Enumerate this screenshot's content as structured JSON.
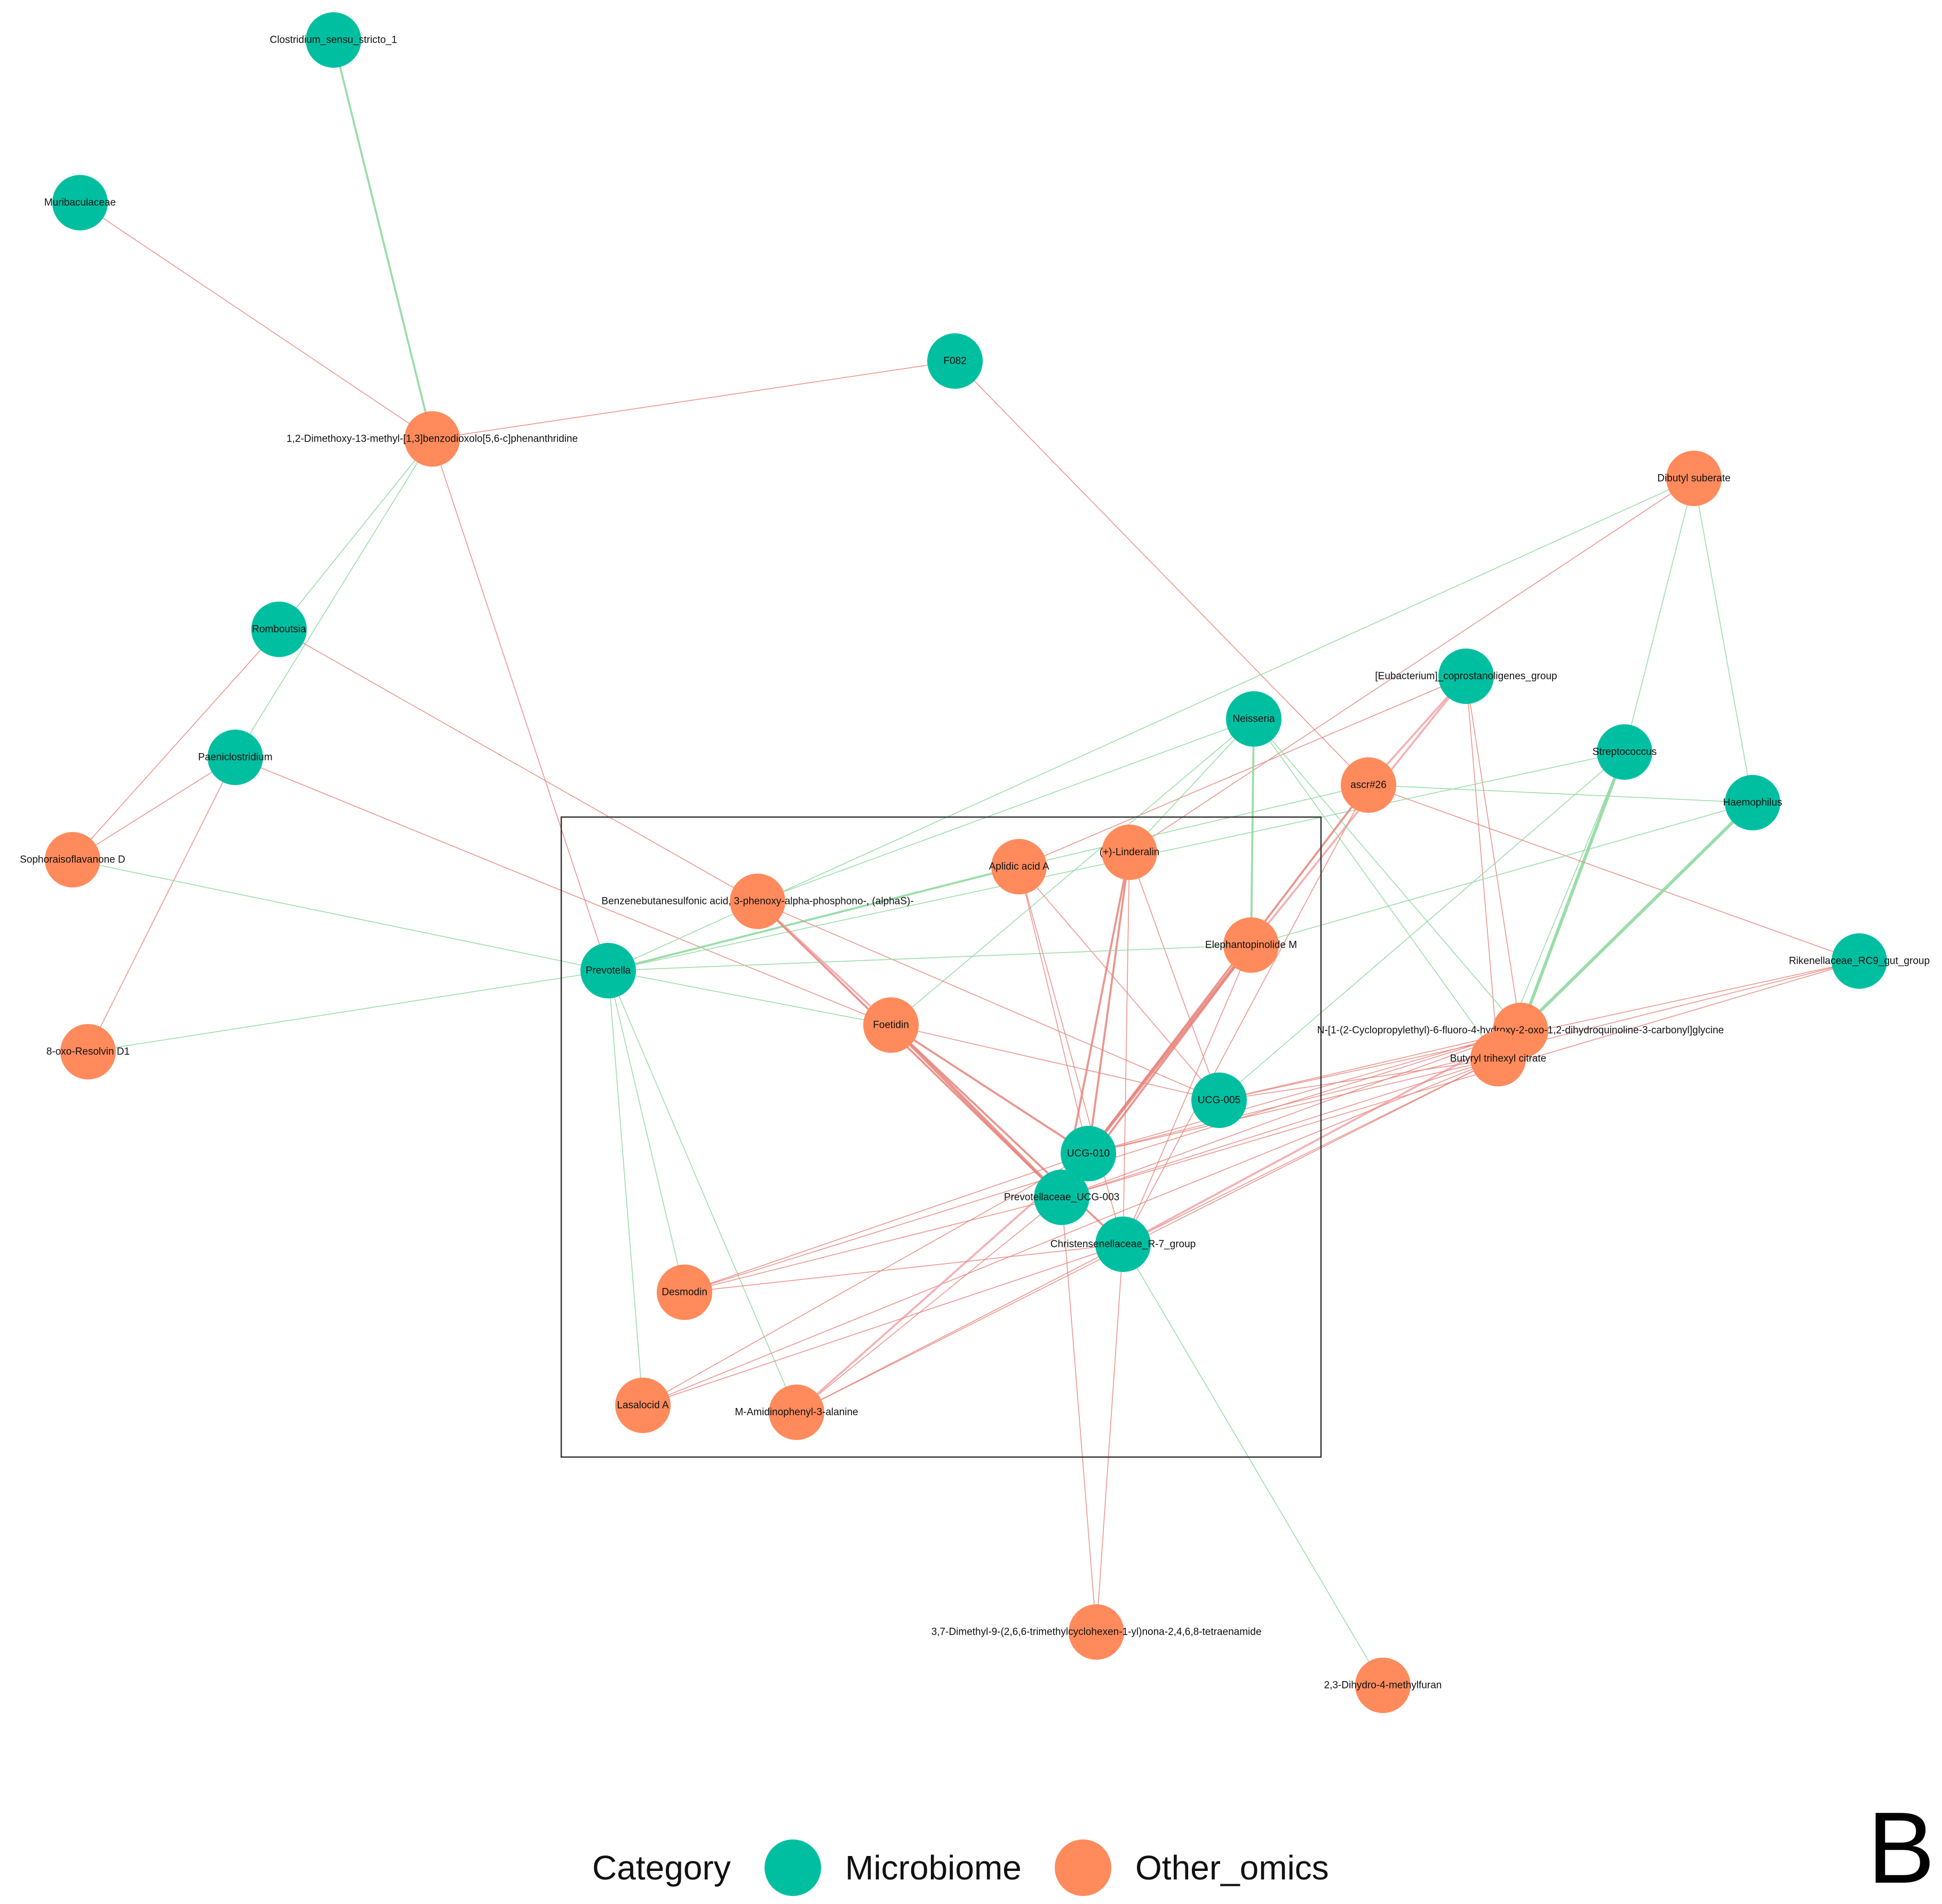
{
  "panel_label": "B",
  "legend": {
    "title": "Category",
    "items": [
      {
        "category": "Microbiome",
        "label": "Microbiome",
        "color": "#00BFA0"
      },
      {
        "category": "Other_omics",
        "label": "Other_omics",
        "color": "#FF8A5C"
      }
    ]
  },
  "colors": {
    "positive_edge": "#8FD9A0",
    "negative_edge": "#E8827A",
    "strong_negative_edge": "#F2A5A8",
    "frame": "#333333"
  },
  "nodes": [
    {
      "id": "clostridium",
      "label": "Clostridium_sensu_stricto_1",
      "category": "Microbiome"
    },
    {
      "id": "muribaculaceae",
      "label": "Muribaculaceae",
      "category": "Microbiome"
    },
    {
      "id": "f082",
      "label": "F082",
      "category": "Microbiome"
    },
    {
      "id": "dimethoxy",
      "label": "1,2-Dimethoxy-13-methyl-[1,3]benzodioxolo[5,6-c]phenanthridine",
      "category": "Other_omics"
    },
    {
      "id": "dibutyl",
      "label": "Dibutyl suberate",
      "category": "Other_omics"
    },
    {
      "id": "romboutsia",
      "label": "Romboutsia",
      "category": "Microbiome"
    },
    {
      "id": "eubacterium",
      "label": "[Eubacterium]_coprostanoligenes_group",
      "category": "Microbiome"
    },
    {
      "id": "neisseria",
      "label": "Neisseria",
      "category": "Microbiome"
    },
    {
      "id": "streptococcus",
      "label": "Streptococcus",
      "category": "Microbiome"
    },
    {
      "id": "paeniclostridium",
      "label": "Paeniclostridium",
      "category": "Microbiome"
    },
    {
      "id": "ascr26",
      "label": "ascr#26",
      "category": "Other_omics"
    },
    {
      "id": "haemophilus",
      "label": "Haemophilus",
      "category": "Microbiome"
    },
    {
      "id": "sophoraisoflavanone",
      "label": "Sophoraisoflavanone D",
      "category": "Other_omics"
    },
    {
      "id": "aplidic",
      "label": "Aplidic acid A",
      "category": "Other_omics"
    },
    {
      "id": "linderalin",
      "label": "(+)-Linderalin",
      "category": "Other_omics"
    },
    {
      "id": "benzenebutanesulfonic",
      "label": "Benzenebutanesulfonic acid, 3-phenoxy-alpha-phosphono-, (alphaS)-",
      "category": "Other_omics"
    },
    {
      "id": "elephantopinolide",
      "label": "Elephantopinolide M",
      "category": "Other_omics"
    },
    {
      "id": "prevotella",
      "label": "Prevotella",
      "category": "Microbiome"
    },
    {
      "id": "rikenellaceae",
      "label": "Rikenellaceae_RC9_gut_group",
      "category": "Microbiome"
    },
    {
      "id": "oxoresolvin",
      "label": "8-oxo-Resolvin D1",
      "category": "Other_omics"
    },
    {
      "id": "foetidin",
      "label": "Foetidin",
      "category": "Other_omics"
    },
    {
      "id": "cyclopropylethyl",
      "label": "N-[1-(2-Cyclopropylethyl)-6-fluoro-4-hydroxy-2-oxo-1,2-dihydroquinoline-3-carbonyl]glycine",
      "category": "Other_omics"
    },
    {
      "id": "butyryl",
      "label": "Butyryl trihexyl citrate",
      "category": "Other_omics"
    },
    {
      "id": "ucg005",
      "label": "UCG-005",
      "category": "Microbiome"
    },
    {
      "id": "ucg010",
      "label": "UCG-010",
      "category": "Microbiome"
    },
    {
      "id": "prevotellaceae",
      "label": "Prevotellaceae_UCG-003",
      "category": "Microbiome"
    },
    {
      "id": "christensenellaceae",
      "label": "Christensenellaceae_R-7_group",
      "category": "Microbiome"
    },
    {
      "id": "desmodin",
      "label": "Desmodin",
      "category": "Other_omics"
    },
    {
      "id": "lasalocid",
      "label": "Lasalocid A",
      "category": "Other_omics"
    },
    {
      "id": "amidinophenyl",
      "label": "M-Amidinophenyl-3-alanine",
      "category": "Other_omics"
    },
    {
      "id": "trimethylcyclohexen",
      "label": "3,7-Dimethyl-9-(2,6,6-trimethylcyclohexen-1-yl)nona-2,4,6,8-tetraenamide",
      "category": "Other_omics"
    },
    {
      "id": "dihydromethylfuran",
      "label": "2,3-Dihydro-4-methylfuran",
      "category": "Other_omics"
    }
  ],
  "edges": [
    {
      "source": "clostridium",
      "target": "dimethoxy",
      "sign": "positive",
      "strength": 2
    },
    {
      "source": "muribaculaceae",
      "target": "dimethoxy",
      "sign": "negative",
      "strength": 1
    },
    {
      "source": "f082",
      "target": "dimethoxy",
      "sign": "negative",
      "strength": 1
    },
    {
      "source": "f082",
      "target": "ascr26",
      "sign": "negative",
      "strength": 1
    },
    {
      "source": "dimethoxy",
      "target": "romboutsia",
      "sign": "positive",
      "strength": 1
    },
    {
      "source": "dimethoxy",
      "target": "paeniclostridium",
      "sign": "positive",
      "strength": 1
    },
    {
      "source": "dimethoxy",
      "target": "prevotella",
      "sign": "negative",
      "strength": 1
    },
    {
      "source": "romboutsia",
      "target": "sophoraisoflavanone",
      "sign": "negative",
      "strength": 1
    },
    {
      "source": "romboutsia",
      "target": "benzenebutanesulfonic",
      "sign": "negative",
      "strength": 1
    },
    {
      "source": "paeniclostridium",
      "target": "sophoraisoflavanone",
      "sign": "negative",
      "strength": 1
    },
    {
      "source": "paeniclostridium",
      "target": "oxoresolvin",
      "sign": "negative",
      "strength": 1
    },
    {
      "source": "paeniclostridium",
      "target": "foetidin",
      "sign": "negative",
      "strength": 1
    },
    {
      "source": "sophoraisoflavanone",
      "target": "prevotella",
      "sign": "positive",
      "strength": 1
    },
    {
      "source": "oxoresolvin",
      "target": "prevotella",
      "sign": "positive",
      "strength": 1
    },
    {
      "source": "dibutyl",
      "target": "prevotella",
      "sign": "positive",
      "strength": 1
    },
    {
      "source": "dibutyl",
      "target": "linderalin",
      "sign": "negative",
      "strength": 1
    },
    {
      "source": "dibutyl",
      "target": "streptococcus",
      "sign": "positive",
      "strength": 1
    },
    {
      "source": "dibutyl",
      "target": "haemophilus",
      "sign": "positive",
      "strength": 1
    },
    {
      "source": "eubacterium",
      "target": "aplidic",
      "sign": "negative",
      "strength": 1
    },
    {
      "source": "eubacterium",
      "target": "elephantopinolide",
      "sign": "strong_negative",
      "strength": 2
    },
    {
      "source": "eubacterium",
      "target": "ascr26",
      "sign": "strong_negative",
      "strength": 2
    },
    {
      "source": "eubacterium",
      "target": "cyclopropylethyl",
      "sign": "negative",
      "strength": 1
    },
    {
      "source": "eubacterium",
      "target": "butyryl",
      "sign": "negative",
      "strength": 1
    },
    {
      "source": "neisseria",
      "target": "benzenebutanesulfonic",
      "sign": "positive",
      "strength": 1
    },
    {
      "source": "neisseria",
      "target": "linderalin",
      "sign": "positive",
      "strength": 1
    },
    {
      "source": "neisseria",
      "target": "foetidin",
      "sign": "positive",
      "strength": 1
    },
    {
      "source": "neisseria",
      "target": "elephantopinolide",
      "sign": "positive",
      "strength": 2
    },
    {
      "source": "neisseria",
      "target": "cyclopropylethyl",
      "sign": "positive",
      "strength": 1
    },
    {
      "source": "neisseria",
      "target": "butyryl",
      "sign": "positive",
      "strength": 1
    },
    {
      "source": "streptococcus",
      "target": "prevotella",
      "sign": "positive",
      "strength": 1
    },
    {
      "source": "streptococcus",
      "target": "cyclopropylethyl",
      "sign": "positive",
      "strength": 3
    },
    {
      "source": "streptococcus",
      "target": "butyryl",
      "sign": "positive",
      "strength": 1
    },
    {
      "source": "streptococcus",
      "target": "ucg005",
      "sign": "positive",
      "strength": 1
    },
    {
      "source": "ascr26",
      "target": "haemophilus",
      "sign": "positive",
      "strength": 1
    },
    {
      "source": "ascr26",
      "target": "ucg010",
      "sign": "negative",
      "strength": 2
    },
    {
      "source": "ascr26",
      "target": "christensenellaceae",
      "sign": "negative",
      "strength": 1
    },
    {
      "source": "ascr26",
      "target": "rikenellaceae",
      "sign": "negative",
      "strength": 1
    },
    {
      "source": "ascr26",
      "target": "aplidic",
      "sign": "positive",
      "strength": 1
    },
    {
      "source": "haemophilus",
      "target": "cyclopropylethyl",
      "sign": "positive",
      "strength": 3
    },
    {
      "source": "haemophilus",
      "target": "elephantopinolide",
      "sign": "positive",
      "strength": 1
    },
    {
      "source": "aplidic",
      "target": "prevotella",
      "sign": "positive",
      "strength": 2
    },
    {
      "source": "aplidic",
      "target": "ucg010",
      "sign": "negative",
      "strength": 1
    },
    {
      "source": "aplidic",
      "target": "ucg005",
      "sign": "negative",
      "strength": 1
    },
    {
      "source": "aplidic",
      "target": "christensenellaceae",
      "sign": "negative",
      "strength": 1
    },
    {
      "source": "linderalin",
      "target": "ucg010",
      "sign": "negative",
      "strength": 2
    },
    {
      "source": "linderalin",
      "target": "ucg005",
      "sign": "negative",
      "strength": 1
    },
    {
      "source": "linderalin",
      "target": "prevotellaceae",
      "sign": "negative",
      "strength": 2
    },
    {
      "source": "linderalin",
      "target": "christensenellaceae",
      "sign": "negative",
      "strength": 1
    },
    {
      "source": "benzenebutanesulfonic",
      "target": "foetidin",
      "sign": "strong_negative",
      "strength": 2
    },
    {
      "source": "benzenebutanesulfonic",
      "target": "prevotellaceae",
      "sign": "negative",
      "strength": 2
    },
    {
      "source": "benzenebutanesulfonic",
      "target": "ucg005",
      "sign": "negative",
      "strength": 1
    },
    {
      "source": "elephantopinolide",
      "target": "prevotella",
      "sign": "positive",
      "strength": 1
    },
    {
      "source": "elephantopinolide",
      "target": "ucg010",
      "sign": "negative",
      "strength": 3
    },
    {
      "source": "elephantopinolide",
      "target": "prevotellaceae",
      "sign": "negative",
      "strength": 2
    },
    {
      "source": "elephantopinolide",
      "target": "christensenellaceae",
      "sign": "negative",
      "strength": 1
    },
    {
      "source": "prevotella",
      "target": "foetidin",
      "sign": "positive",
      "strength": 1
    },
    {
      "source": "prevotella",
      "target": "desmodin",
      "sign": "positive",
      "strength": 1
    },
    {
      "source": "prevotella",
      "target": "lasalocid",
      "sign": "positive",
      "strength": 1
    },
    {
      "source": "prevotella",
      "target": "amidinophenyl",
      "sign": "positive",
      "strength": 1
    },
    {
      "source": "foetidin",
      "target": "ucg010",
      "sign": "negative",
      "strength": 2
    },
    {
      "source": "foetidin",
      "target": "prevotellaceae",
      "sign": "negative",
      "strength": 3
    },
    {
      "source": "foetidin",
      "target": "christensenellaceae",
      "sign": "negative",
      "strength": 2
    },
    {
      "source": "foetidin",
      "target": "ucg005",
      "sign": "negative",
      "strength": 1
    },
    {
      "source": "rikenellaceae",
      "target": "ucg005",
      "sign": "negative",
      "strength": 1
    },
    {
      "source": "rikenellaceae",
      "target": "ucg010",
      "sign": "negative",
      "strength": 1
    },
    {
      "source": "rikenellaceae",
      "target": "prevotellaceae",
      "sign": "negative",
      "strength": 1
    },
    {
      "source": "cyclopropylethyl",
      "target": "ucg010",
      "sign": "negative",
      "strength": 1
    },
    {
      "source": "cyclopropylethyl",
      "target": "prevotellaceae",
      "sign": "negative",
      "strength": 1
    },
    {
      "source": "cyclopropylethyl",
      "target": "christensenellaceae",
      "sign": "strong_negative",
      "strength": 2
    },
    {
      "source": "cyclopropylethyl",
      "target": "desmodin",
      "sign": "negative",
      "strength": 1
    },
    {
      "source": "cyclopropylethyl",
      "target": "ucg005",
      "sign": "negative",
      "strength": 1
    },
    {
      "source": "butyryl",
      "target": "ucg010",
      "sign": "negative",
      "strength": 1
    },
    {
      "source": "butyryl",
      "target": "prevotellaceae",
      "sign": "negative",
      "strength": 1
    },
    {
      "source": "butyryl",
      "target": "christensenellaceae",
      "sign": "negative",
      "strength": 1
    },
    {
      "source": "butyryl",
      "target": "lasalocid",
      "sign": "negative",
      "strength": 1
    },
    {
      "source": "butyryl",
      "target": "amidinophenyl",
      "sign": "negative",
      "strength": 1
    },
    {
      "source": "butyryl",
      "target": "ucg005",
      "sign": "negative",
      "strength": 1
    },
    {
      "source": "ucg010",
      "target": "desmodin",
      "sign": "negative",
      "strength": 1
    },
    {
      "source": "ucg010",
      "target": "lasalocid",
      "sign": "negative",
      "strength": 1
    },
    {
      "source": "ucg010",
      "target": "amidinophenyl",
      "sign": "strong_negative",
      "strength": 2
    },
    {
      "source": "prevotellaceae",
      "target": "desmodin",
      "sign": "negative",
      "strength": 1
    },
    {
      "source": "prevotellaceae",
      "target": "trimethylcyclohexen",
      "sign": "negative",
      "strength": 1
    },
    {
      "source": "prevotellaceae",
      "target": "amidinophenyl",
      "sign": "negative",
      "strength": 1
    },
    {
      "source": "christensenellaceae",
      "target": "desmodin",
      "sign": "negative",
      "strength": 1
    },
    {
      "source": "christensenellaceae",
      "target": "lasalocid",
      "sign": "negative",
      "strength": 1
    },
    {
      "source": "christensenellaceae",
      "target": "amidinophenyl",
      "sign": "negative",
      "strength": 1
    },
    {
      "source": "christensenellaceae",
      "target": "trimethylcyclohexen",
      "sign": "negative",
      "strength": 1
    },
    {
      "source": "christensenellaceae",
      "target": "dihydromethylfuran",
      "sign": "positive",
      "strength": 1
    }
  ]
}
